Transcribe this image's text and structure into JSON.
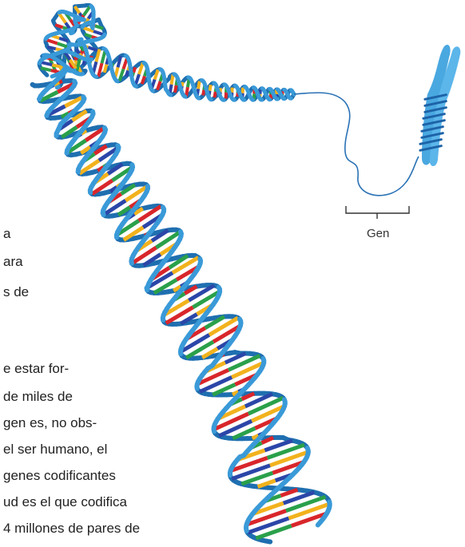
{
  "figure": {
    "gen_label": "Gen",
    "colors": {
      "backbone": "#3a9ad8",
      "backbone_dark": "#1f6fb0",
      "chromosome": "#4aa8e0",
      "chromosome_band": "#1d63a8",
      "base_pairs": [
        "#d8262b",
        "#f2b21d",
        "#2aa04a",
        "#2b46a8"
      ]
    }
  },
  "text_fragments": [
    "a",
    "ara",
    "s  de",
    "e estar for-",
    "de miles de",
    "gen es, no obs-",
    "el ser humano, el",
    "genes codificantes",
    "ud es el que codifica",
    "4 millones de pares de"
  ]
}
